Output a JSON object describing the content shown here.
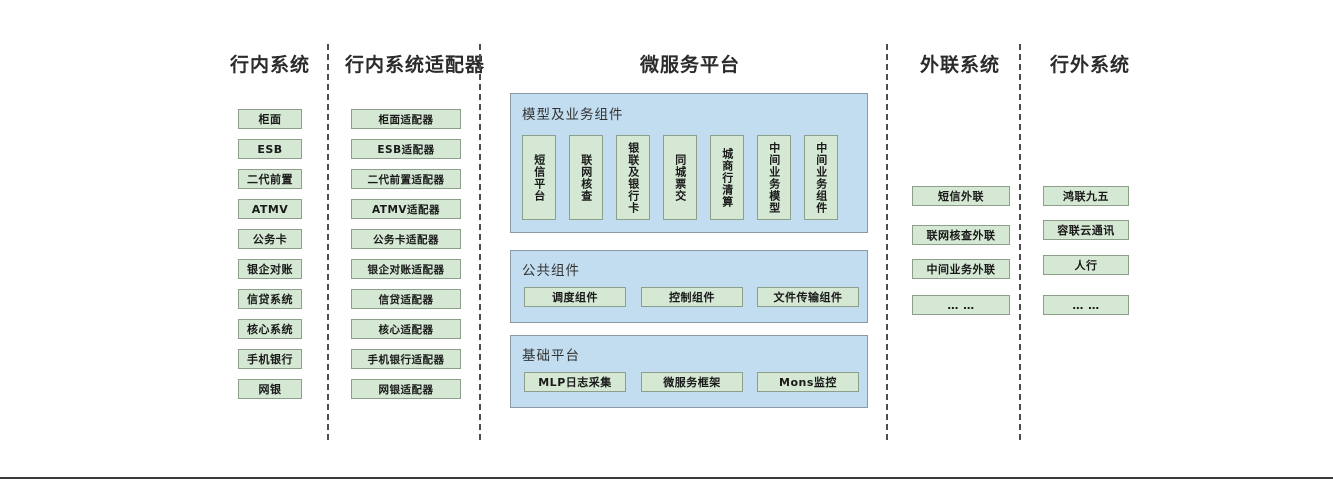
{
  "diagram": {
    "columns": [
      {
        "id": "internal-systems",
        "title": "行内系统",
        "items": [
          "柜面",
          "ESB",
          "二代前置",
          "ATMV",
          "公务卡",
          "银企对账",
          "信贷系统",
          "核心系统",
          "手机银行",
          "网银"
        ]
      },
      {
        "id": "internal-system-adapters",
        "title": "行内系统适配器",
        "items": [
          "柜面适配器",
          "ESB适配器",
          "二代前置适配器",
          "ATMV适配器",
          "公务卡适配器",
          "银企对账适配器",
          "信贷适配器",
          "核心适配器",
          "手机银行适配器",
          "网银适配器"
        ]
      },
      {
        "id": "external-liaison-systems",
        "title": "外联系统",
        "items": [
          "短信外联",
          "联网核查外联",
          "中间业务外联",
          "… …"
        ]
      },
      {
        "id": "outside-bank-systems",
        "title": "行外系统",
        "items": [
          "鸿联九五",
          "容联云通讯",
          "人行",
          "… …"
        ]
      }
    ],
    "platform": {
      "title": "微服务平台",
      "panels": [
        {
          "id": "model-business-components",
          "title": "模型及业务组件",
          "orientation": "vertical",
          "items": [
            "短信平台",
            "联网核查",
            "银联及银行卡",
            "同城票交",
            "城商行清算",
            "中间业务模型",
            "中间业务组件"
          ]
        },
        {
          "id": "public-components",
          "title": "公共组件",
          "orientation": "horizontal",
          "items": [
            "调度组件",
            "控制组件",
            "文件传输组件"
          ]
        },
        {
          "id": "basic-platform",
          "title": "基础平台",
          "orientation": "horizontal",
          "items": [
            "MLP日志采集",
            "微服务框架",
            "Mons监控"
          ]
        }
      ]
    },
    "colors": {
      "node_fill": "#d5e8d4",
      "node_border": "#8d9e8b",
      "panel_fill": "#c2ddf0",
      "panel_border": "#8a9aa6",
      "separator": "#4d4d4d"
    }
  }
}
